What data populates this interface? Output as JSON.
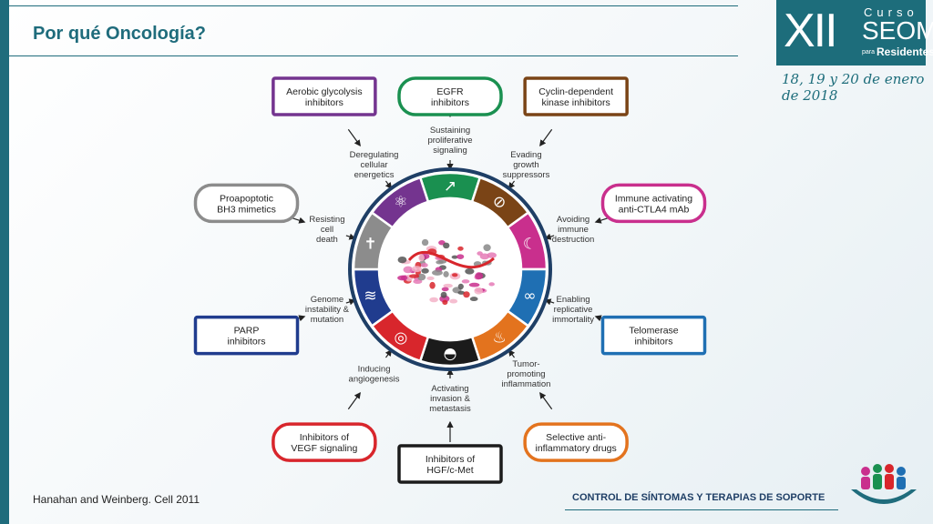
{
  "slide": {
    "title": "Por qué Oncología?"
  },
  "logo": {
    "roman": "XII",
    "curso": "Curso",
    "seom": "SEOM",
    "para": "para",
    "residentes": "Residentes",
    "date": "18, 19 y 20 de enero de 2018"
  },
  "hallmarks": [
    {
      "text": [
        "Sustaining",
        "proliferative",
        "signaling"
      ],
      "color": "#1a9050"
    },
    {
      "text": [
        "Evading",
        "growth",
        "suppressors"
      ],
      "color": "#7a4416"
    },
    {
      "text": [
        "Avoiding",
        "immune",
        "destruction"
      ],
      "color": "#c92f8d"
    },
    {
      "text": [
        "Enabling",
        "replicative",
        "immortality"
      ],
      "color": "#1f6fb3"
    },
    {
      "text": [
        "Tumor-",
        "promoting",
        "inflammation"
      ],
      "color": "#e3731e"
    },
    {
      "text": [
        "Activating",
        "invasion &",
        "metastasis"
      ],
      "color": "#1b1b1b"
    },
    {
      "text": [
        "Inducing",
        "angiogenesis"
      ],
      "color": "#d8262c"
    },
    {
      "text": [
        "Genome",
        "instability &",
        "mutation"
      ],
      "color": "#203c8e"
    },
    {
      "text": [
        "Resisting",
        "cell",
        "death"
      ],
      "color": "#8c8c8c"
    },
    {
      "text": [
        "Deregulating",
        "cellular",
        "energetics"
      ],
      "color": "#74348f"
    }
  ],
  "therapies": [
    {
      "text": [
        "EGFR",
        "inhibitors"
      ],
      "color": "#1a9050"
    },
    {
      "text": [
        "Cyclin-dependent",
        "kinase inhibitors"
      ],
      "color": "#7a4416"
    },
    {
      "text": [
        "Immune activating",
        "anti-CTLA4 mAb"
      ],
      "color": "#c92f8d"
    },
    {
      "text": [
        "Telomerase",
        "inhibitors"
      ],
      "color": "#1f6fb3"
    },
    {
      "text": [
        "Selective anti-",
        "inflammatory drugs"
      ],
      "color": "#e3731e"
    },
    {
      "text": [
        "Inhibitors of",
        "HGF/c-Met"
      ],
      "color": "#1b1b1b"
    },
    {
      "text": [
        "Inhibitors of",
        "VEGF signaling"
      ],
      "color": "#d8262c"
    },
    {
      "text": [
        "PARP",
        "inhibitors"
      ],
      "color": "#203c8e"
    },
    {
      "text": [
        "Proapoptotic",
        "BH3 mimetics"
      ],
      "color": "#8c8c8c"
    },
    {
      "text": [
        "Aerobic glycolysis",
        "inhibitors"
      ],
      "color": "#74348f"
    }
  ],
  "citation": "Hanahan and Weinberg. Cell 2011",
  "footer": {
    "text": "CONTROL DE SÍNTOMAS Y TERAPIAS DE SOPORTE"
  },
  "colors": {
    "brand": "#1f6c7c",
    "footer_text": "#1f3f66"
  }
}
